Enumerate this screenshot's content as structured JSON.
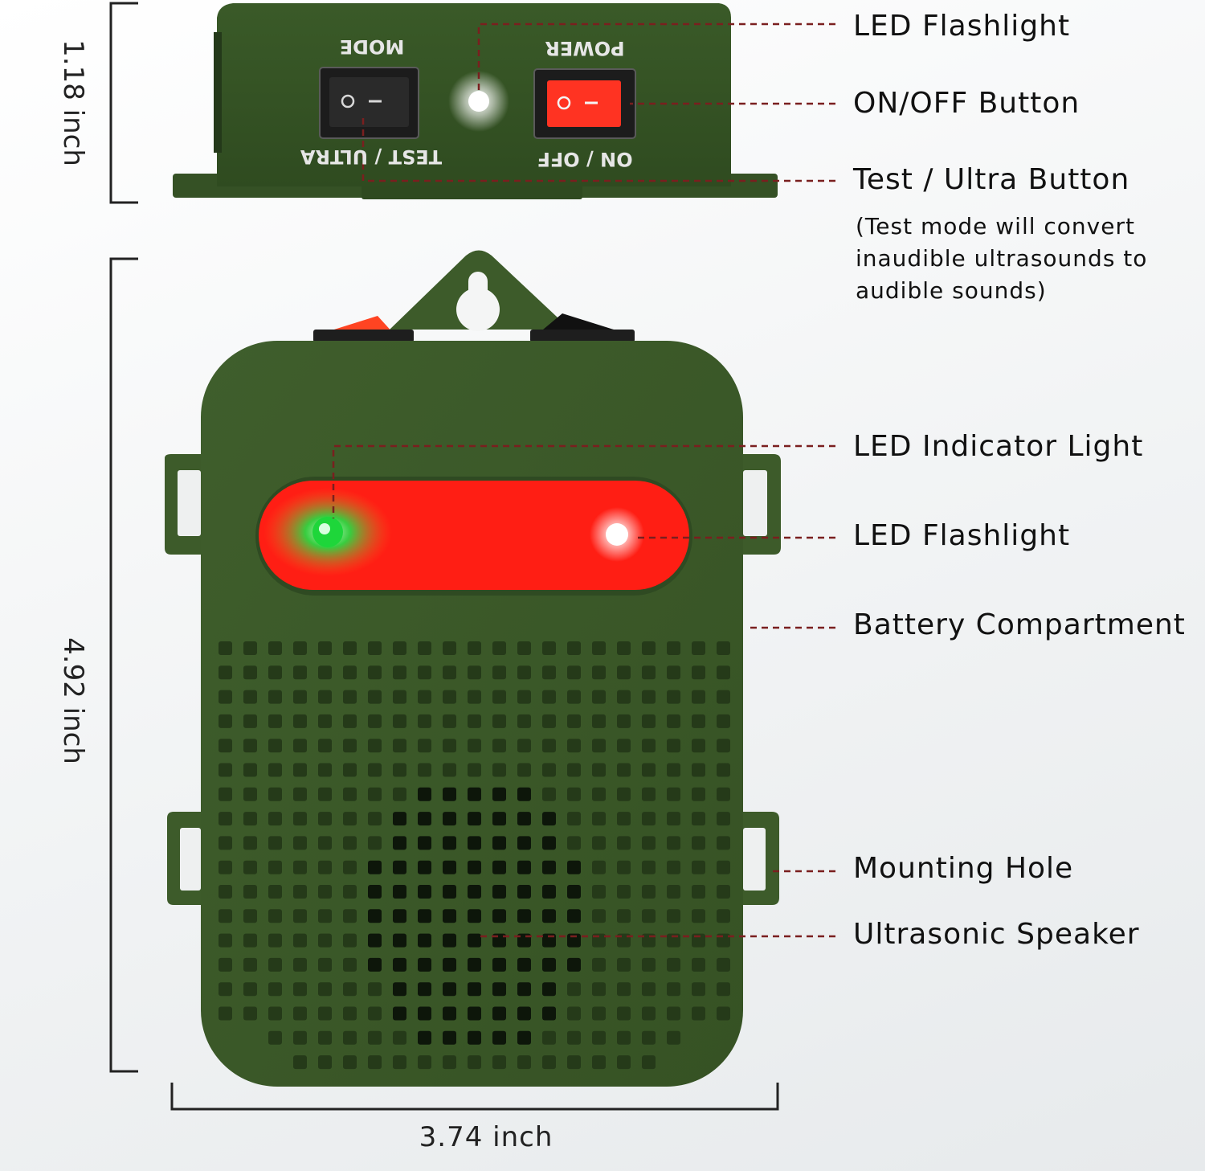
{
  "callouts": {
    "top_led_flashlight": "LED Flashlight",
    "on_off_button": "ON/OFF Button",
    "test_ultra_button": "Test / Ultra Button",
    "test_note_lines": [
      "(Test mode will convert",
      "inaudible ultrasounds to",
      "audible sounds)"
    ],
    "led_indicator_light": "LED Indicator Light",
    "front_led_flashlight": "LED Flashlight",
    "battery_compartment": "Battery Compartment",
    "mounting_hole": "Mounting Hole",
    "ultrasonic_speaker": "Ultrasonic Speaker"
  },
  "device_labels": {
    "mode": "MODE",
    "power": "POWER",
    "test_ultra": "TEST / ULTRA",
    "on_off": "ON / OFF"
  },
  "dimensions": {
    "height_top": "1.18 inch",
    "height_body": "4.92 inch",
    "width": "3.74 inch"
  },
  "colors": {
    "device_green": "#3c5a2a",
    "callout_line": "#7a1f1f",
    "panel_red": "#ff1e14",
    "indicator_green": "#1edc3c",
    "power_switch_red": "#ff3322"
  }
}
